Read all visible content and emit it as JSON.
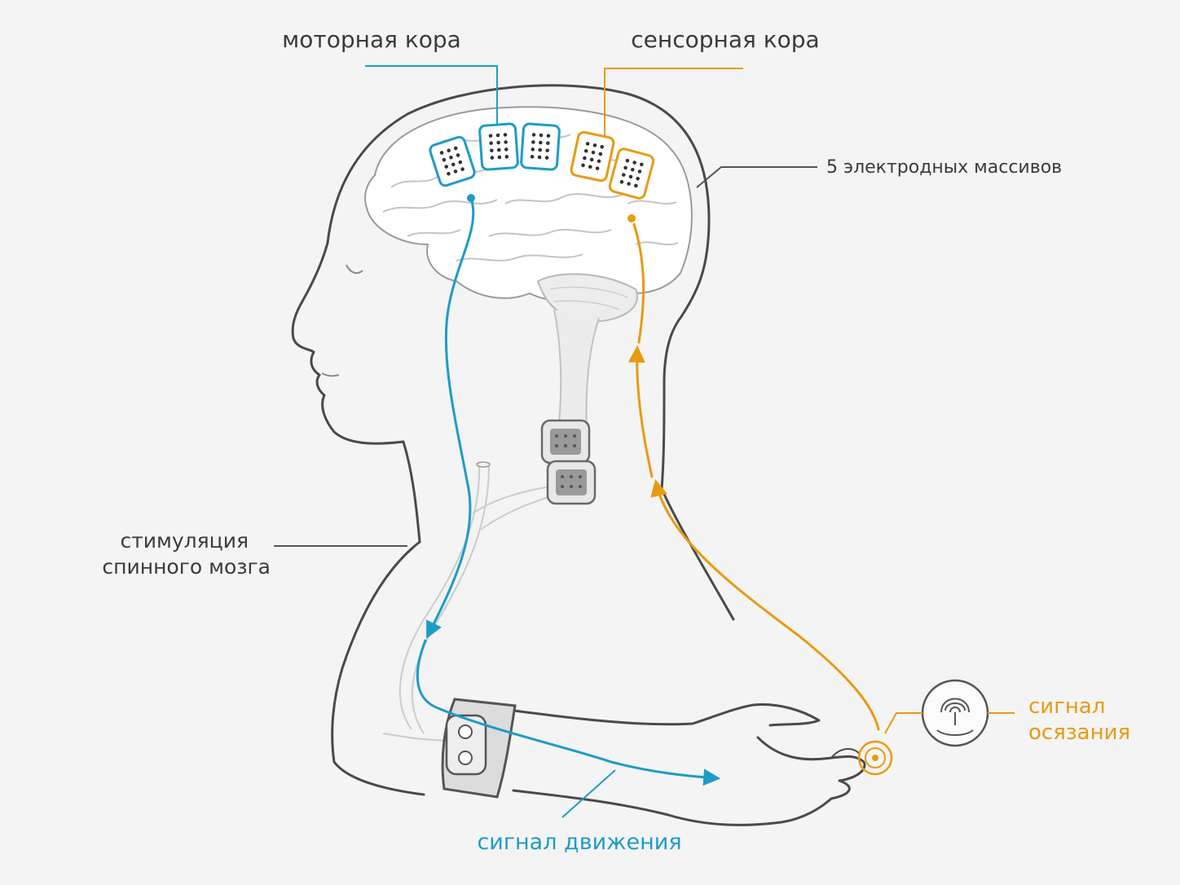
{
  "labels": {
    "motor_cortex": "моторная кора",
    "sensory_cortex": "сенсорная кора",
    "electrode_arrays": "5 электродных массивов",
    "spinal_stim_line1": "стимуляция",
    "spinal_stim_line2": "спинного мозга",
    "touch_signal_line1": "сигнал",
    "touch_signal_line2": "осязания",
    "motion_signal": "сигнал движения"
  },
  "colors": {
    "motor": "#1d9cc7",
    "sensory": "#e89a12",
    "outline": "#4a4a4a",
    "background": "#f4f4f4"
  }
}
